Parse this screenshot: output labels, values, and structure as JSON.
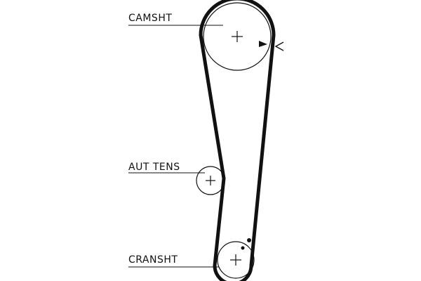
{
  "labels": {
    "camshaft": "CAMSHT",
    "tensioner": "AUT TENS",
    "crankshaft": "CRANSHT"
  },
  "colors": {
    "line": "#111111",
    "background": "#ffffff"
  }
}
